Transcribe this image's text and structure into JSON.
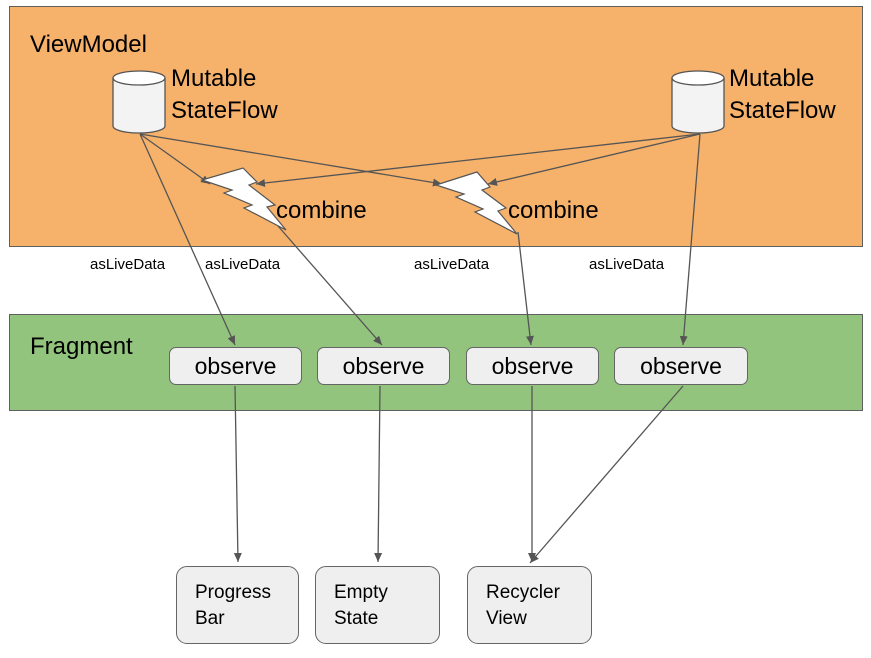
{
  "viewmodel": {
    "title": "ViewModel",
    "state_flows": [
      {
        "line1": "Mutable",
        "line2": "StateFlow",
        "icon": "cylinder-icon"
      },
      {
        "line1": "Mutable",
        "line2": "StateFlow",
        "icon": "cylinder-icon"
      }
    ],
    "combiners": [
      {
        "label": "combine",
        "icon": "lightning-icon"
      },
      {
        "label": "combine",
        "icon": "lightning-icon"
      }
    ]
  },
  "edge_labels": [
    "asLiveData",
    "asLiveData",
    "asLiveData",
    "asLiveData"
  ],
  "fragment": {
    "title": "Fragment",
    "observers": [
      "observe",
      "observe",
      "observe",
      "observe"
    ]
  },
  "views": [
    {
      "line1": "Progress",
      "line2": "Bar"
    },
    {
      "line1": "Empty",
      "line2": "State"
    },
    {
      "line1": "Recycler",
      "line2": "View"
    }
  ],
  "colors": {
    "viewmodel_fill": "#f6b26b",
    "fragment_fill": "#93c47d",
    "box_fill": "#efefef",
    "connector": "#555555"
  }
}
